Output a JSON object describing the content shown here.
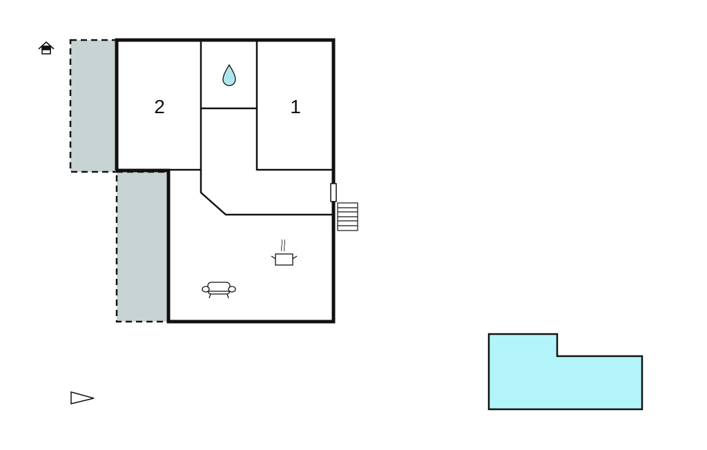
{
  "rooms": [
    {
      "label": "2",
      "type": "bedroom"
    },
    {
      "label": "1",
      "type": "bedroom"
    }
  ],
  "icons": [
    "house-entrance-icon",
    "water-drop-icon",
    "cooking-pot-icon",
    "armchair-icon",
    "stairs-icon",
    "door-icon",
    "north-arrow-icon"
  ],
  "colors": {
    "wall": "#111111",
    "terrace": "#c8d3d3",
    "pool": "#b3f4fb",
    "water_drop": "#aee6f0"
  }
}
